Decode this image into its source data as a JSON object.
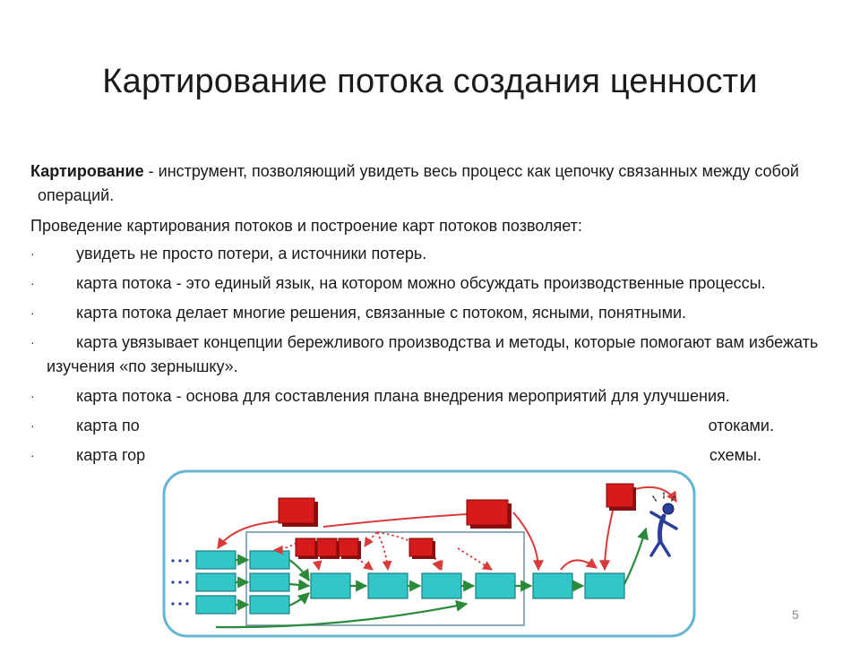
{
  "slide": {
    "title": "Картирование потока создания ценности",
    "intro_term": "Картирование",
    "intro_rest": " - инструмент, позволяющий увидеть весь процесс как цепочку связанных между собой операций.",
    "lead": "Проведение картирования потоков и построение карт потоков позволяет:",
    "bullet_symbol": "·",
    "bullets": [
      "увидеть не просто потери, а источники потерь.",
      "карта потока - это единый язык, на котором можно обсуждать производственные процессы.",
      "карта потока делает многие решения, связанные с потоком, ясными, понятными.",
      "карта увязывает концепции бережливого производства и методы, которые помогают вам избежать изучения «по зернышку».",
      "карта потока - основа для составления плана внедрения мероприятий для улучшения.",
      "карта по",
      "карта гор"
    ],
    "bullet6_tail": "отоками.",
    "bullet7_tail": "схемы.",
    "page_number": "5"
  },
  "colors": {
    "process_box": "#33c6c6",
    "process_border": "#1a7f86",
    "info_flow": "#d93a3a",
    "material_flow": "#2a8a3a",
    "inventory": "#d71a1a",
    "frame": "#64b4d2"
  }
}
